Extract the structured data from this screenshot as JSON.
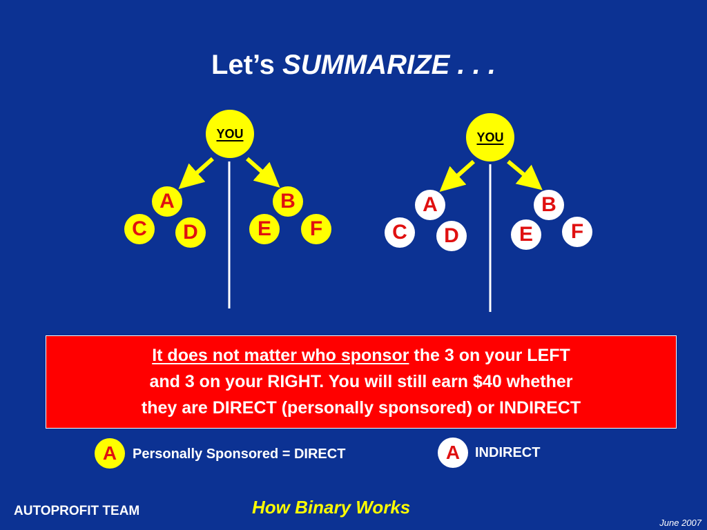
{
  "title": {
    "plain": "Let’s ",
    "emphasis": "SUMMARIZE . . ."
  },
  "trees": [
    {
      "root": "YOU",
      "left_child": "A",
      "right_child": "B",
      "left_grandchildren": [
        "C",
        "D"
      ],
      "right_grandchildren": [
        "E",
        "F"
      ],
      "style": "direct"
    },
    {
      "root": "YOU",
      "left_child": "A",
      "right_child": "B",
      "left_grandchildren": [
        "C",
        "D"
      ],
      "right_grandchildren": [
        "E",
        "F"
      ],
      "style": "indirect"
    }
  ],
  "callout": {
    "underlined": "It does not matter who sponsor",
    "line1_rest": " the 3 on your LEFT",
    "line2": "and 3 on your RIGHT. You will still earn $40 whether",
    "line3": "they are DIRECT (personally sponsored) or INDIRECT"
  },
  "legend": [
    {
      "badge": "A",
      "label": "Personally Sponsored = DIRECT",
      "color": "#ffff00"
    },
    {
      "badge": "A",
      "label": "INDIRECT",
      "color": "#ffffff"
    }
  ],
  "footer": {
    "left": "AUTOPROFIT TEAM",
    "center": "How Binary Works",
    "right": "June 2007"
  },
  "colors": {
    "background": "#0c3293",
    "direct_node": "#ffff00",
    "indirect_node": "#ffffff",
    "letter": "#e01010",
    "callout": "#ff0000"
  }
}
